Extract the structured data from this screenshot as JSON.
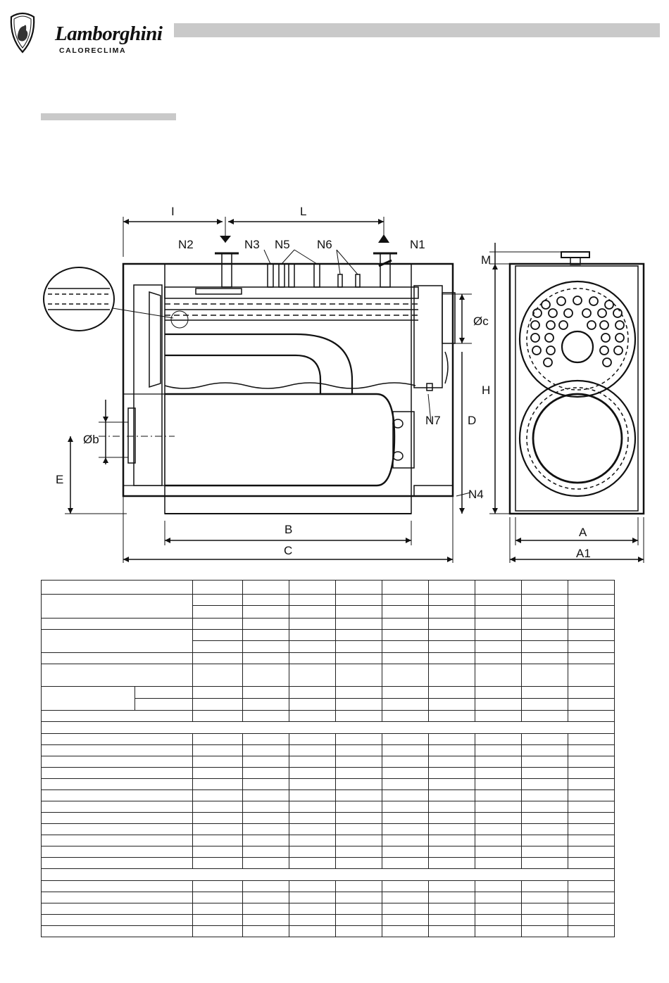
{
  "header": {
    "brand_name": "Lamborghini",
    "brand_sub": "CALORECLIMA",
    "bar_color": "#c9c9c9"
  },
  "drawing": {
    "labels": {
      "I": "I",
      "L": "L",
      "N1": "N1",
      "N2": "N2",
      "N3": "N3",
      "N4": "N4",
      "N5": "N5",
      "N6": "N6",
      "N7": "N7",
      "phi_c": "Øc",
      "phi_b": "Øb",
      "D": "D",
      "E": "E",
      "B": "B",
      "C": "C",
      "M": "M",
      "H": "H",
      "A": "A",
      "A1": "A1"
    }
  },
  "table": {
    "note": "grid only – no printed values visible"
  }
}
